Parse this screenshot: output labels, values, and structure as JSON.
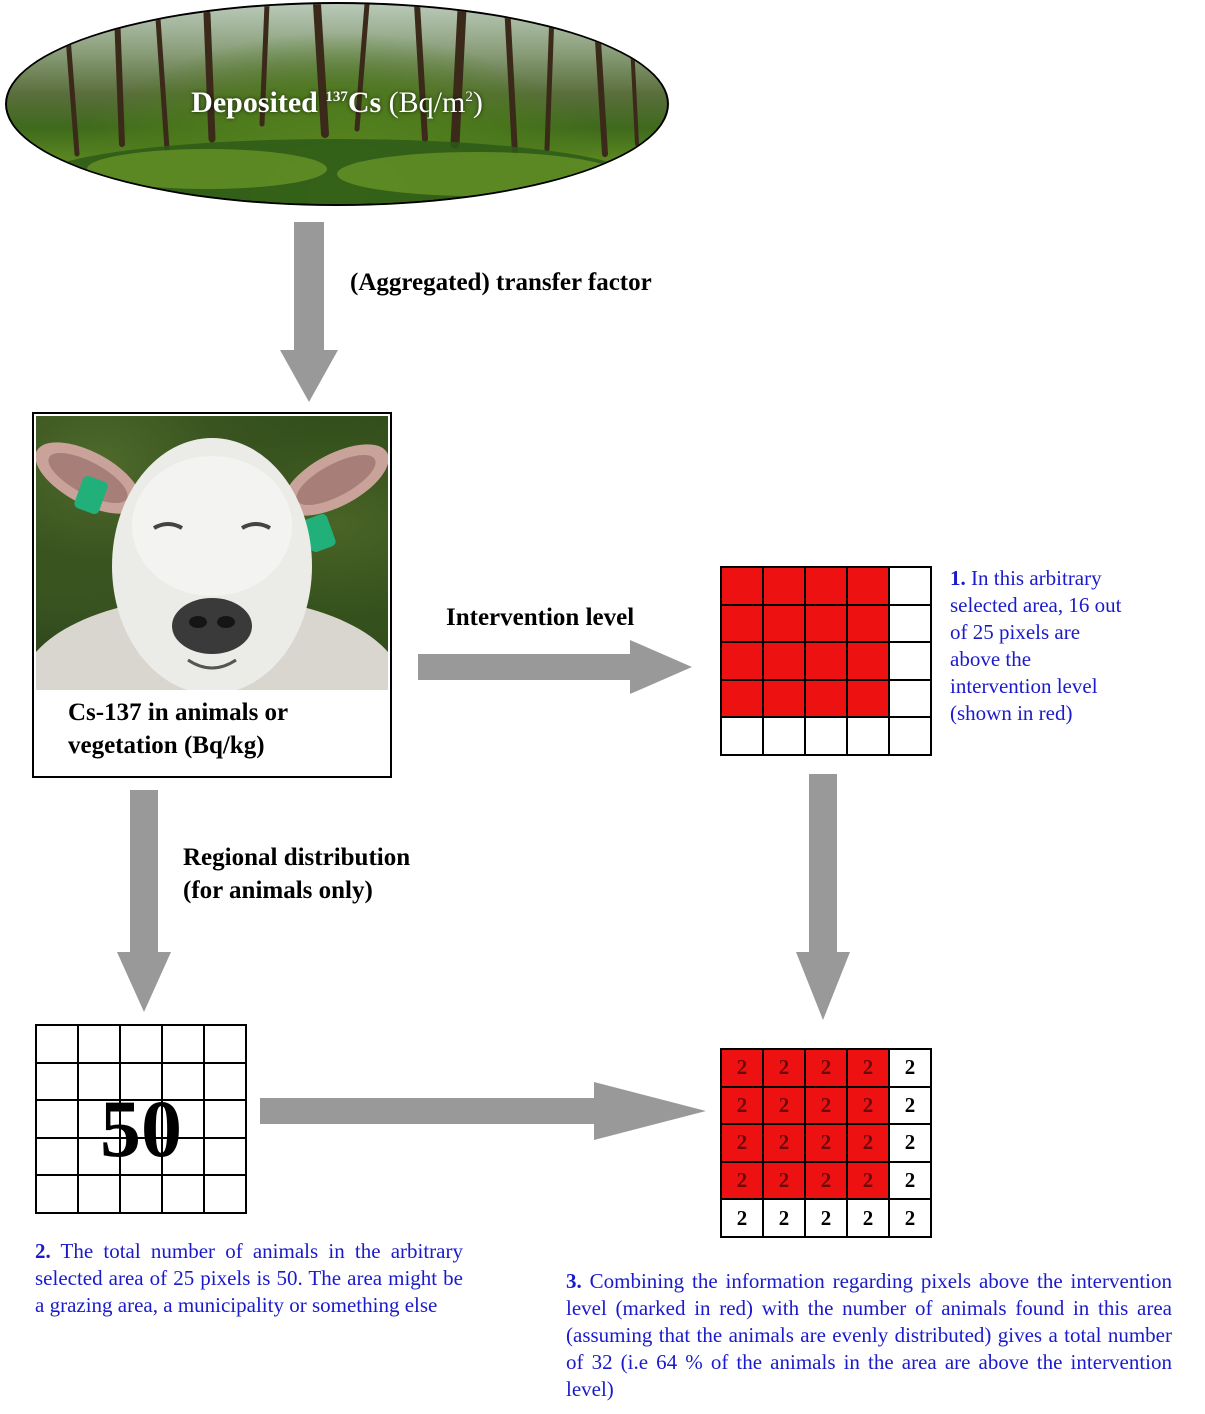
{
  "forest": {
    "label_main": "Deposited ",
    "label_sup": "137",
    "label_element": "Cs",
    "label_unit_open": " (Bq/m",
    "label_unit_sup": "2",
    "label_unit_close": ")"
  },
  "arrows": {
    "transfer_label": "(Aggregated) transfer factor",
    "intervention_label": "Intervention level",
    "regional_line1": "Regional distribution",
    "regional_line2": "(for animals only)"
  },
  "sheep": {
    "caption_line1": "Cs-137 in animals or",
    "caption_line2": "vegetation (Bq/kg)"
  },
  "note1": {
    "number": "1.",
    "text": " In this arbitrary selected area, 16 out of 25 pixels are above the intervention level (shown in red)",
    "lines": [
      "In this arbitrary",
      "selected area, 16 out",
      "of 25 pixels are",
      "above the",
      "intervention level",
      "(shown in red)"
    ]
  },
  "grid_count": {
    "value": "50"
  },
  "note2": {
    "number": "2.",
    "text": " The total number of animals in the arbitrary selected area of 25 pixels is 50. The area might be a grazing area, a municipality or something else"
  },
  "grid_combined": {
    "cell_value": "2"
  },
  "note3": {
    "number": "3.",
    "text": " Combining the information regarding pixels above the intervention level (marked in red) with the number of animals found in this area (assuming that the animals are evenly distributed) gives a total number of 32 (i.e 64 % of the animals in the area are above the intervention level)"
  },
  "colors": {
    "arrow": "#999999",
    "red_cell": "#ee1111",
    "note_text": "#1a1acc"
  }
}
